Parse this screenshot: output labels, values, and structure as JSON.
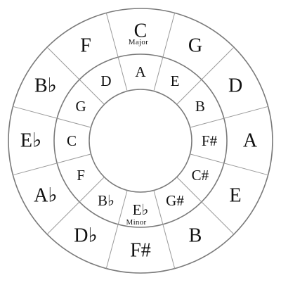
{
  "diagram": {
    "outer_ring": [
      "C",
      "G",
      "D",
      "A",
      "E",
      "B",
      "F#",
      "D♭",
      "A♭",
      "E♭",
      "B♭",
      "F"
    ],
    "inner_ring": [
      "A",
      "E",
      "B",
      "F#",
      "C#",
      "G#",
      "E♭",
      "B♭",
      "F",
      "C",
      "G",
      "D"
    ],
    "major_label": "Major",
    "minor_label": "Minor"
  }
}
